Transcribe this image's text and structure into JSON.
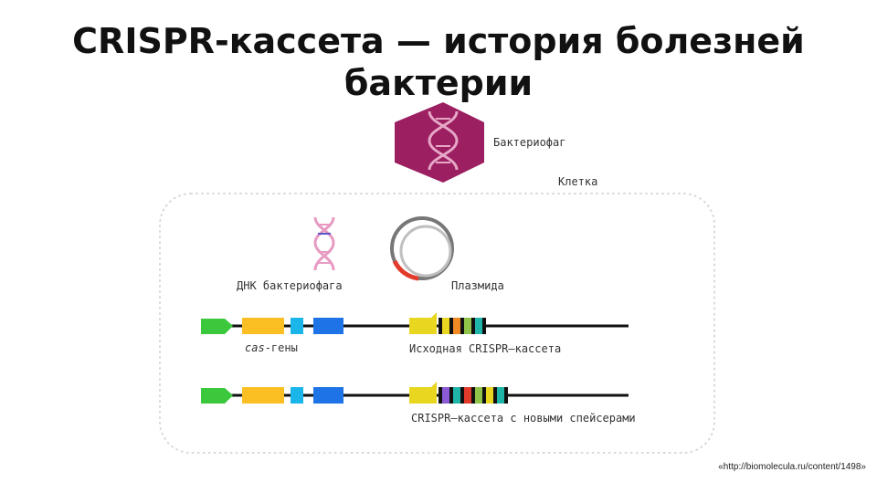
{
  "title": "CRISPR-кассета — история болезней бактерии",
  "labels": {
    "bacteriophage": "Бактериофаг",
    "cell": "Клетка",
    "phage_dna": "ДНК бактериофага",
    "plasmid": "Плазмида",
    "cas_genes_italic": "cas",
    "cas_genes_rest": "-гены",
    "original_cassette": "Исходная CRISPR–кассета",
    "new_cassette": "CRISPR–кассета с новыми спейсерами"
  },
  "credit": "«http://biomolecula.ru/content/1498»",
  "colors": {
    "phage": "#9b1f61",
    "promoter": "#3cc83c",
    "cas_orange": "#fbbf24",
    "cas_cyan": "#1ab6ea",
    "cas_blue": "#1e73e6",
    "leader": "#e8d620",
    "repeat": "#111111",
    "dna_pink": "#e79ac2",
    "plasmid_red": "#e23b2b"
  },
  "original_spacers": [
    "#e8d620",
    "#f08a24",
    "#8fc34a",
    "#1fb5a8"
  ],
  "new_spacers": [
    "#8b5bd6",
    "#1fb5a8",
    "#e23b2b",
    "#8fc34a",
    "#e8d620",
    "#1fb5a8"
  ]
}
